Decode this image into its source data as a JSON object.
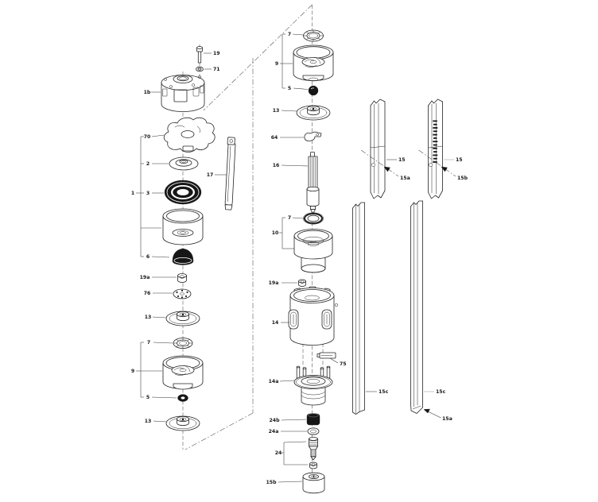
{
  "palette": {
    "ink": "#222222",
    "paper": "#ffffff"
  },
  "parts": [
    {
      "name": "hex-bolt",
      "label": "19"
    },
    {
      "name": "washer",
      "label": "71"
    },
    {
      "name": "discharge-casing",
      "label": "1b"
    },
    {
      "name": "claw-coupling",
      "label": "70"
    },
    {
      "name": "upper-disc",
      "label": "2"
    },
    {
      "name": "chamber-assembly",
      "label": "1"
    },
    {
      "name": "seal-ring",
      "label": "3"
    },
    {
      "name": "rubber-dome",
      "label": "6"
    },
    {
      "name": "strap",
      "label": "17"
    },
    {
      "name": "lock-nut-left",
      "label": "19a"
    },
    {
      "name": "spacer-washer",
      "label": "76"
    },
    {
      "name": "impeller-upper",
      "label": "13"
    },
    {
      "name": "bearing-ring-left",
      "label": "7"
    },
    {
      "name": "pump-bowl-left",
      "label": "9"
    },
    {
      "name": "small-seal-left",
      "label": "5"
    },
    {
      "name": "impeller-lower",
      "label": "13"
    },
    {
      "name": "bearing-ring-top",
      "label": "7"
    },
    {
      "name": "pump-bowl-mid",
      "label": "9"
    },
    {
      "name": "ball-seal",
      "label": "5"
    },
    {
      "name": "impeller-mid",
      "label": "13"
    },
    {
      "name": "retainer-clip",
      "label": "64"
    },
    {
      "name": "pump-shaft",
      "label": "16"
    },
    {
      "name": "bearing-ring-lower",
      "label": "7"
    },
    {
      "name": "suction-bowl",
      "label": "10"
    },
    {
      "name": "lock-nut-mid",
      "label": "19a"
    },
    {
      "name": "suction-casing",
      "label": "14"
    },
    {
      "name": "clamp-plate",
      "label": "75"
    },
    {
      "name": "motor-bracket",
      "label": "14a"
    },
    {
      "name": "filter-plug",
      "label": "24b"
    },
    {
      "name": "valve-washer",
      "label": "24a"
    },
    {
      "name": "valve-assembly",
      "label": "24"
    },
    {
      "name": "base-cup",
      "label": "15b"
    },
    {
      "name": "cable-guard-left",
      "label": "15"
    },
    {
      "name": "guard-screw-left",
      "label": "15a"
    },
    {
      "name": "cable-guard-right",
      "label": "15"
    },
    {
      "name": "guard-screw-right",
      "label": "15b"
    },
    {
      "name": "guard-bar-left",
      "label": "15c"
    },
    {
      "name": "guard-bar-right",
      "label": "15c"
    },
    {
      "name": "bar-screw",
      "label": "15a"
    }
  ]
}
